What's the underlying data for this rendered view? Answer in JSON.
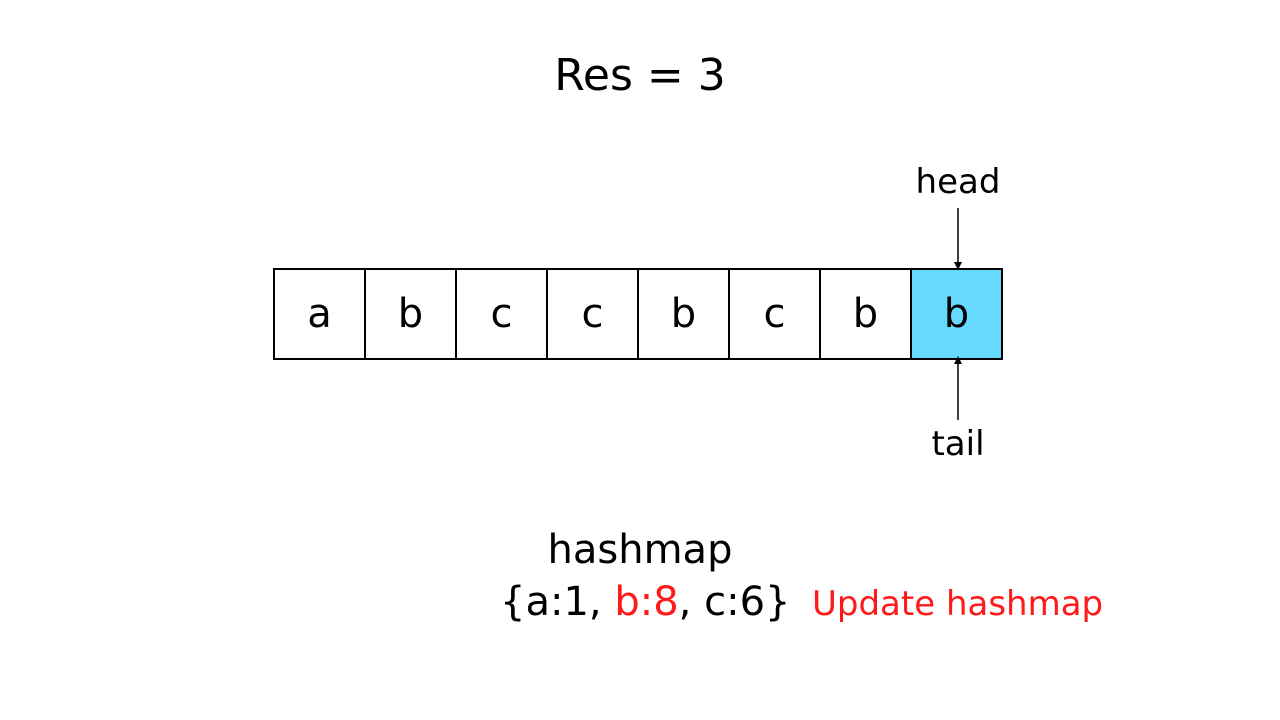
{
  "title": "Res = 3",
  "array": {
    "cells": [
      "a",
      "b",
      "c",
      "c",
      "b",
      "c",
      "b",
      "b"
    ],
    "highlight_index": 7,
    "highlight_color": "#66d9ff"
  },
  "pointers": {
    "head": "head",
    "tail": "tail"
  },
  "hashmap": {
    "title": "hashmap",
    "open_brace": "{",
    "entries": [
      {
        "text": "a:1",
        "color": "#000000"
      },
      {
        "text": "b:8",
        "color": "#ff1a1a"
      },
      {
        "text": "c:6",
        "color": "#000000"
      }
    ],
    "separator": ", ",
    "close_brace": "}"
  },
  "note": {
    "text": "Update hashmap",
    "color": "#ff1a1a"
  }
}
